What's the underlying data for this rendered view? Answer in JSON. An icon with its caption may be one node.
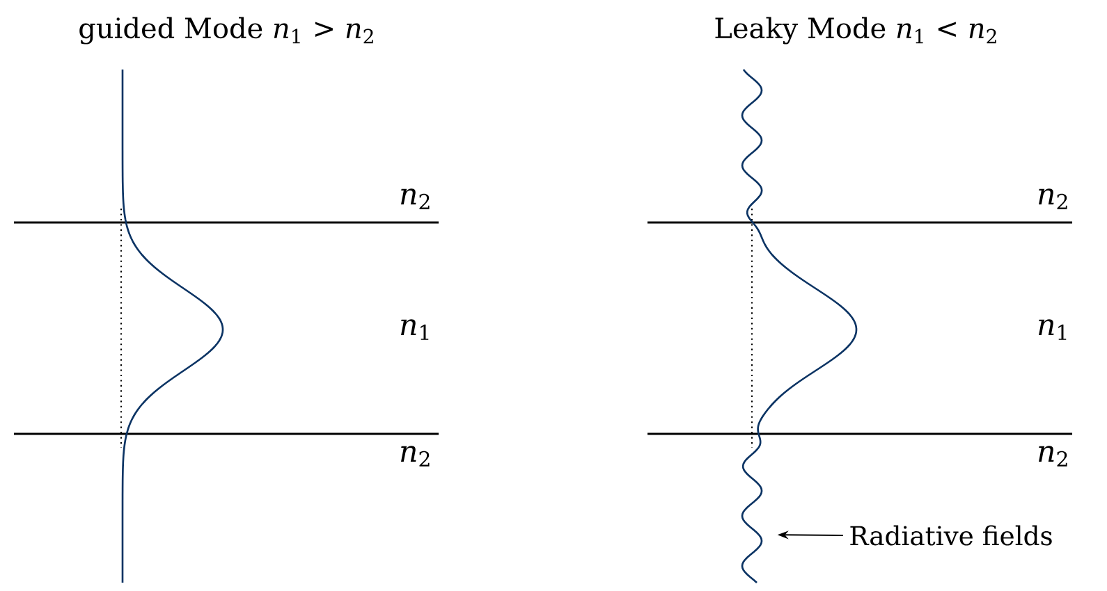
{
  "diagram": {
    "nodes": [
      {
        "text": [],
        "shape": "curve"
      },
      {
        "text": [],
        "shape": "curve"
      },
      {
        "text": [
          "Radiative fields"
        ]
      }
    ],
    "edges": [
      {
        "from": 2,
        "to": 1,
        "arrow": "to"
      }
    ],
    "labels": [
      "guided Mode *n*$_{1}$ > *n*$_{2}$",
      "Leaky Mode *n*$_{1}$ < *n*$_{2}$",
      "*n*$_{2}$",
      "*n*$_{2}$",
      "*n*$_{1}$",
      "*n*$_{1}$",
      "*n*$_{2}$",
      "*n*$_{2}$"
    ]
  }
}
